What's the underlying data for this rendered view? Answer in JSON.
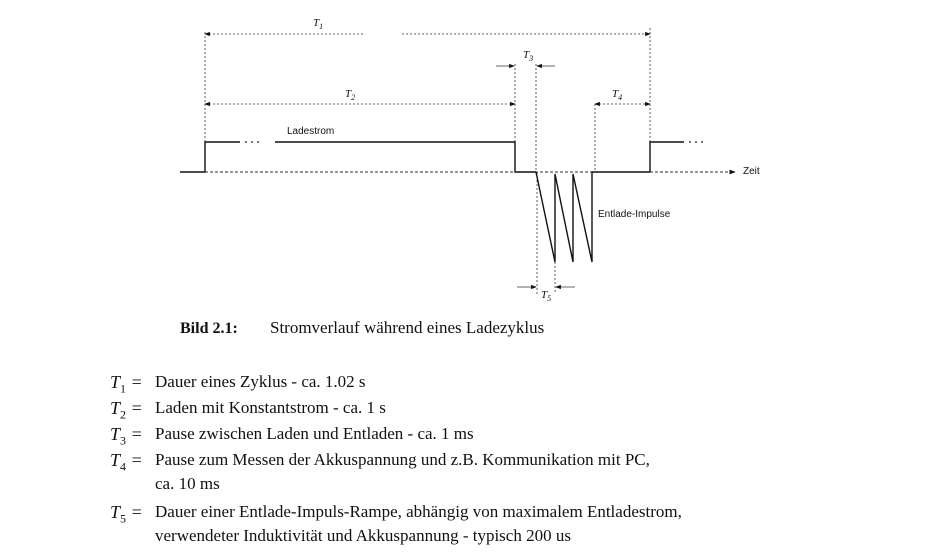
{
  "diagram": {
    "labels": {
      "ladestrom": "Ladestrom",
      "zeit": "Zeit",
      "entlade": "Entlade-Impulse"
    },
    "timing": [
      {
        "sym": "T",
        "sub": "1"
      },
      {
        "sym": "T",
        "sub": "2"
      },
      {
        "sym": "T",
        "sub": "3"
      },
      {
        "sym": "T",
        "sub": "4"
      },
      {
        "sym": "T",
        "sub": "5"
      }
    ]
  },
  "caption": {
    "label": "Bild 2.1:",
    "text": "Stromverlauf während eines Ladezyklus"
  },
  "legend": [
    {
      "sym": "T",
      "sub": "1",
      "text": "Dauer eines Zyklus - ca. 1.02 s"
    },
    {
      "sym": "T",
      "sub": "2",
      "text": "Laden mit Konstantstrom - ca. 1 s"
    },
    {
      "sym": "T",
      "sub": "3",
      "text": "Pause zwischen Laden und Entladen - ca. 1 ms"
    },
    {
      "sym": "T",
      "sub": "4",
      "text": "Pause zum Messen der Akkuspannung und z.B. Kommunikation mit PC,",
      "cont": "ca. 10 ms"
    },
    {
      "sym": "T",
      "sub": "5",
      "text": "Dauer einer Entlade-Impuls-Rampe, abhängig von maximalem Entladestrom,",
      "cont": "verwendeter Induktivität und Akkuspannung - typisch 200 us"
    }
  ]
}
